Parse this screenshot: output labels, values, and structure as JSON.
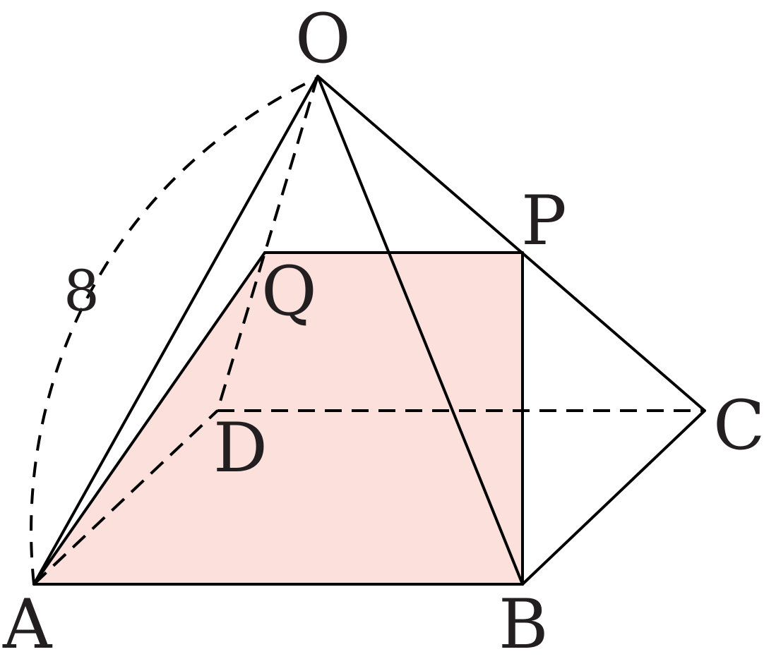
{
  "vertices": {
    "O": "O",
    "A": "A",
    "B": "B",
    "C": "C",
    "D": "D",
    "P": "P",
    "Q": "Q"
  },
  "edge_length_label": "8",
  "colors": {
    "line": "#000000",
    "section_fill": "#fce0dc",
    "label": "#231f20"
  }
}
